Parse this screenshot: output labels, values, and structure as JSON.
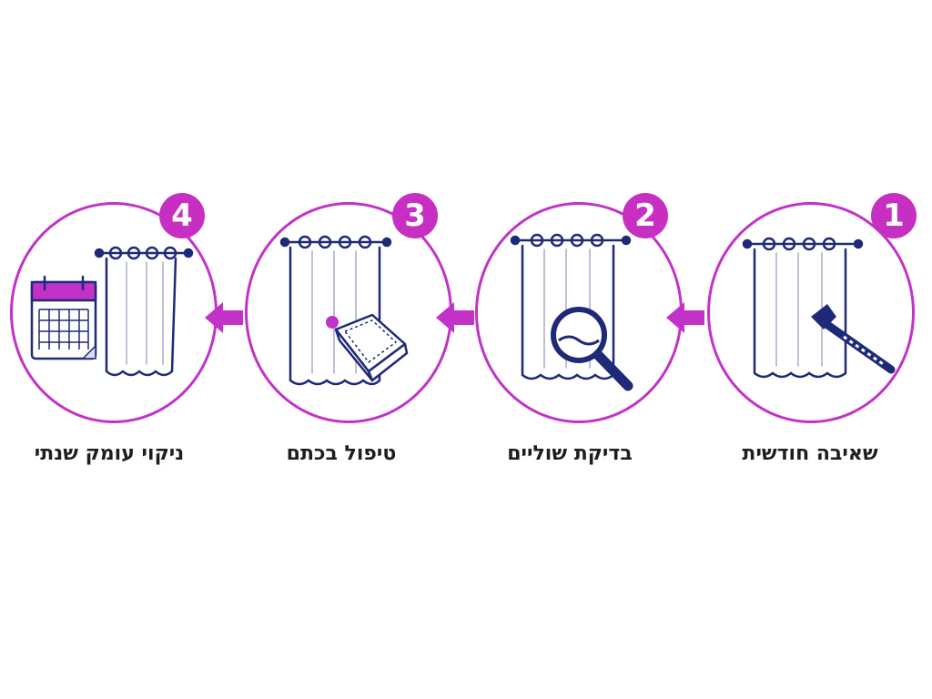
{
  "accent_color": "#c332c8",
  "ink_color": "#1e2a78",
  "steps": [
    {
      "number": "1",
      "label": "שאיבה חודשית",
      "icon": "vacuum-cleaner-icon"
    },
    {
      "number": "2",
      "label": "בדיקת שוליים",
      "icon": "magnifying-glass-icon"
    },
    {
      "number": "3",
      "label": "טיפול בכתם",
      "icon": "sponge-icon"
    },
    {
      "number": "4",
      "label": "ניקוי עומק שנתי",
      "icon": "calendar-icon"
    }
  ],
  "flow_direction": "right-to-left"
}
